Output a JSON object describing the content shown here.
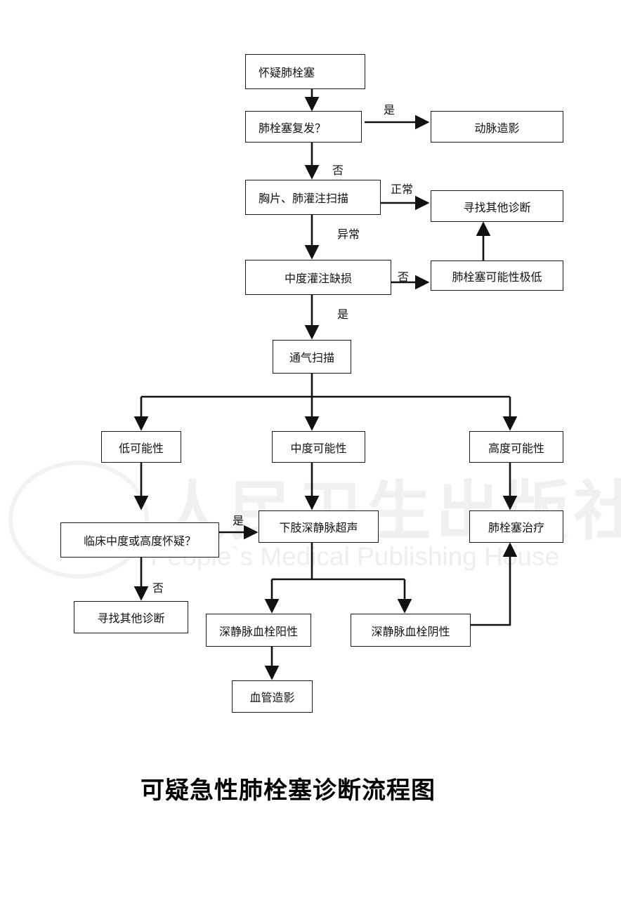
{
  "nodes": {
    "suspect_pe": "怀疑肺栓塞",
    "pe_recurrent": "肺栓塞复发？",
    "arteriography_1": "动脉造影",
    "chest_xray_perfusion": "胸片、肺灌注扫描",
    "find_other_dx_1": "寻找其他诊断",
    "moderate_perfusion_defect": "中度灌注缺损",
    "pe_very_unlikely": "肺栓塞可能性极低",
    "ventilation_scan": "通气扫描",
    "low_probability": "低可能性",
    "moderate_probability": "中度可能性",
    "high_probability": "高度可能性",
    "clinical_suspicion": "临床中度或高度怀疑？",
    "leg_vein_ultrasound": "下肢深静脉超声",
    "pe_treatment": "肺栓塞治疗",
    "find_other_dx_2": "寻找其他诊断",
    "dvt_positive": "深静脉血栓阳性",
    "dvt_negative": "深静脉血栓阴性",
    "angiography": "血管造影"
  },
  "edge_labels": {
    "recurrent_yes": "是",
    "recurrent_no": "否",
    "scan_normal": "正常",
    "scan_abnormal": "异常",
    "defect_no": "否",
    "defect_yes": "是",
    "suspicion_yes": "是",
    "suspicion_no": "否"
  },
  "watermark": {
    "chinese": "人民卫生出版社",
    "english": "People`s Medical Publishing House"
  },
  "title": "可疑急性肺栓塞诊断流程图"
}
